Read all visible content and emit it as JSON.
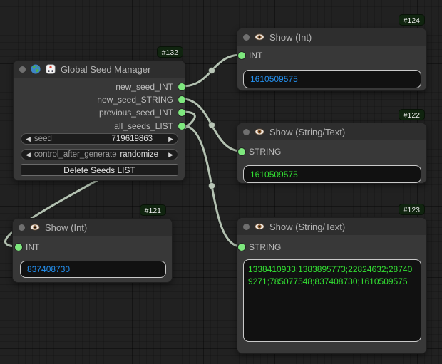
{
  "canvas": {
    "colors": {
      "background": "#212121",
      "wire": "#b4c2b2",
      "slot_green": "#7ee87e",
      "int_value_blue": "#2490ef",
      "string_value_green": "#33e033",
      "badge_bg": "#10240f",
      "node_body": "#383838",
      "node_title": "#2e2e2e"
    }
  },
  "icons": {
    "arrow_left": "◀",
    "arrow_right": "▶"
  },
  "nodes": {
    "seed_manager": {
      "badge": "#132",
      "title": "Global Seed Manager",
      "outputs": [
        "new_seed_INT",
        "new_seed_STRING",
        "previous_seed_INT",
        "all_seeds_LIST"
      ],
      "widgets": {
        "seed": {
          "label": "seed",
          "value": "719619863"
        },
        "control_after_generate": {
          "label": "control_after_generate",
          "value": "randomize"
        },
        "delete_button": {
          "label": "Delete Seeds LIST"
        }
      }
    },
    "show_int_124": {
      "badge": "#124",
      "title": "Show (Int)",
      "input_label": "INT",
      "value": "1610509575"
    },
    "show_string_122": {
      "badge": "#122",
      "title": "Show (String/Text)",
      "input_label": "STRING",
      "value": "1610509575"
    },
    "show_int_121": {
      "badge": "#121",
      "title": "Show (Int)",
      "input_label": "INT",
      "value": "837408730"
    },
    "show_string_123": {
      "badge": "#123",
      "title": "Show (String/Text)",
      "input_label": "STRING",
      "value": "1338410933;1383895773;22824632;287409271;785077548;837408730;1610509575"
    }
  }
}
